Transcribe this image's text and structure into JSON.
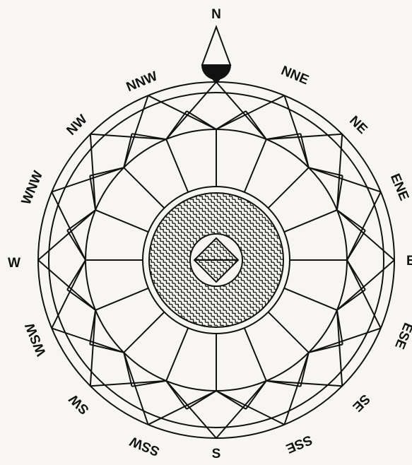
{
  "compass": {
    "labels": {
      "n": "N",
      "nne": "NNE",
      "ne": "NE",
      "ene": "ENE",
      "e": "E",
      "ese": "ESE",
      "se": "SE",
      "sse": "SSE",
      "s": "S",
      "ssw": "SSW",
      "sw": "SW",
      "wsw": "WSW",
      "w": "W",
      "wnw": "WNW",
      "nw": "NW",
      "nnw": "NNW"
    }
  },
  "colors": {
    "line": "#111111",
    "background": "#f7f6f3"
  },
  "icons": {
    "north_pointer": "north-pointer-icon",
    "center_medallion": "hatched-medallion-icon"
  }
}
